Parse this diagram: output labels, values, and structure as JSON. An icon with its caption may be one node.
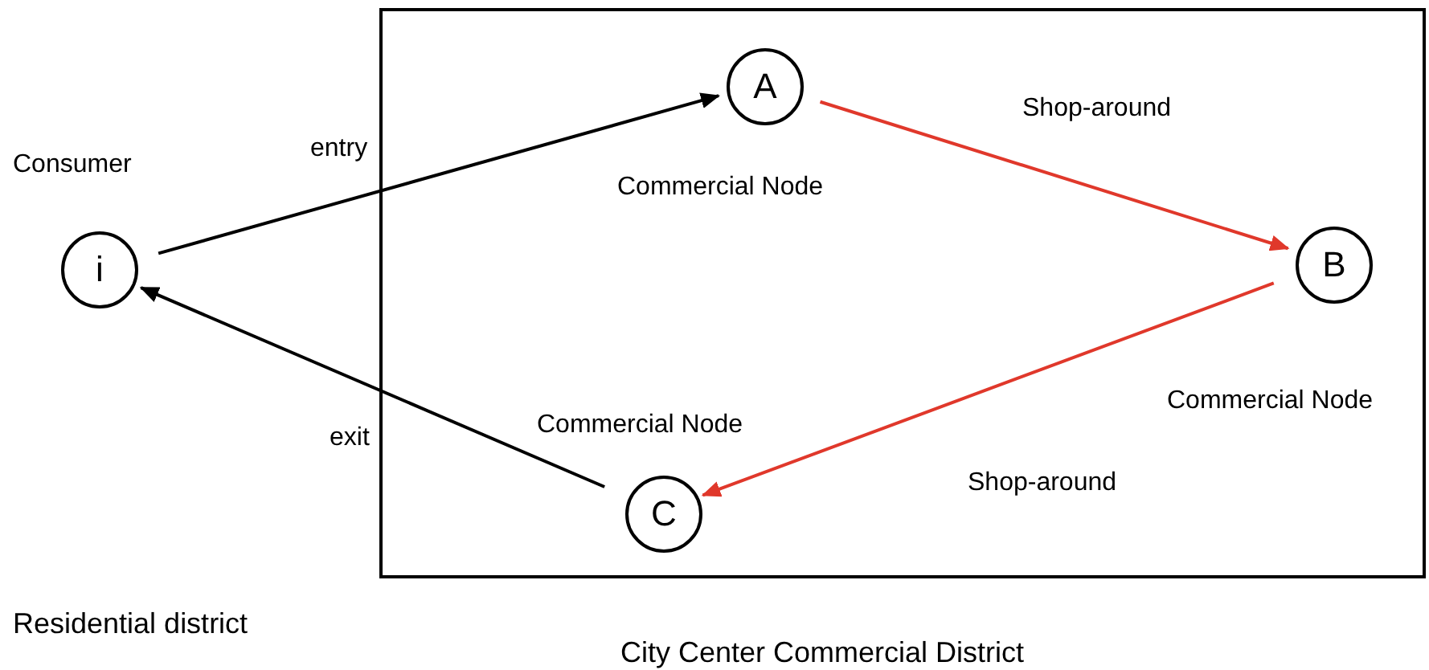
{
  "diagram": {
    "nodes": [
      {
        "text": [
          "City Center Commercial District"
        ]
      },
      {
        "text": [
          "i"
        ],
        "beside": [
          "Consumer"
        ]
      },
      {
        "text": [
          "A"
        ],
        "in": 0,
        "beside": [
          "Commercial Node"
        ]
      },
      {
        "text": [
          "B"
        ],
        "in": 0,
        "beside": [
          "Commercial Node"
        ]
      },
      {
        "text": [
          "C"
        ],
        "in": 0,
        "beside": [
          "Commercial Node"
        ]
      }
    ],
    "edges": [
      {
        "from": 1,
        "to": 2,
        "arrow": "to",
        "label": "entry"
      },
      {
        "from": 2,
        "to": 3,
        "arrow": "to",
        "label": "Shop-around",
        "color": "#e0382b"
      },
      {
        "from": 3,
        "to": 4,
        "arrow": "to",
        "label": "Shop-around",
        "color": "#e0382b"
      },
      {
        "from": 4,
        "to": 1,
        "arrow": "to",
        "label": "exit"
      }
    ],
    "labels": [
      "Residential district"
    ]
  }
}
